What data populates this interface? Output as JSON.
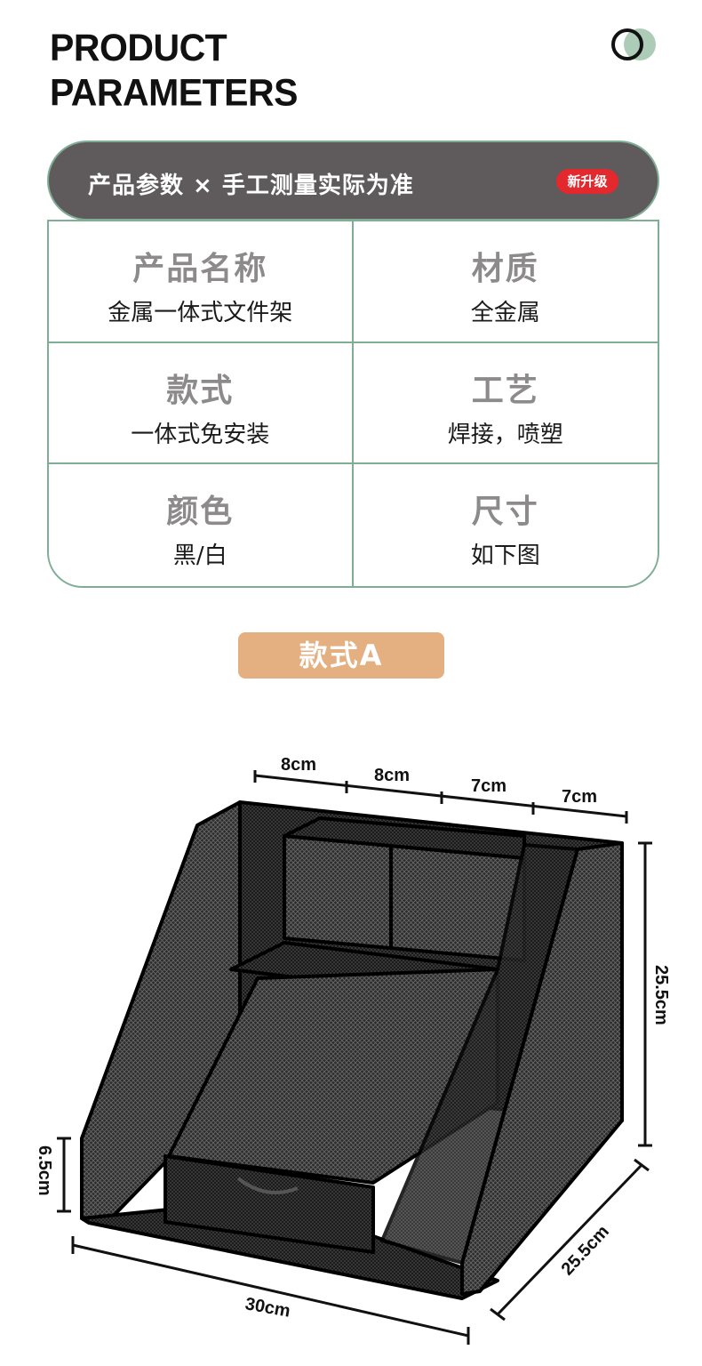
{
  "heading": {
    "line1": "PRODUCT",
    "line2": "PARAMETERS"
  },
  "banner": {
    "title": "产品参数 × 手工测量实际为准",
    "badge": "新升级"
  },
  "params": [
    {
      "label": "产品名称",
      "value": "金属一体式文件架"
    },
    {
      "label": "材质",
      "value": "全金属"
    },
    {
      "label": "款式",
      "value": "一体式免安装"
    },
    {
      "label": "工艺",
      "value": "焊接，喷塑"
    },
    {
      "label": "颜色",
      "value": "黑/白"
    },
    {
      "label": "尺寸",
      "value": "如下图"
    }
  ],
  "style_tag": "款式A",
  "dimensions": {
    "top": [
      "8cm",
      "8cm",
      "7cm",
      "7cm"
    ],
    "height": "25.5cm",
    "drawer_height": "6.5cm",
    "width": "30cm",
    "depth": "25.5cm"
  },
  "colors": {
    "banner": "#5f5b5c",
    "border": "#7fae96",
    "badge": "#e3282e",
    "tag": "#e5b081"
  }
}
